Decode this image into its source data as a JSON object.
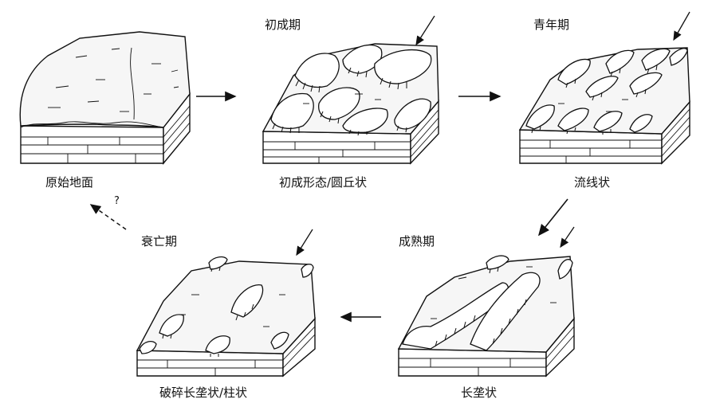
{
  "stages": {
    "initial": "初成期",
    "youth": "青年期",
    "mature": "成熟期",
    "decline": "衰亡期"
  },
  "labels": {
    "original": "原始地面",
    "initial_form": "初成形态/圆丘状",
    "streamline": "流线状",
    "long_ridge": "长垄状",
    "broken": "破碎长垄状/柱状"
  },
  "question": "?"
}
